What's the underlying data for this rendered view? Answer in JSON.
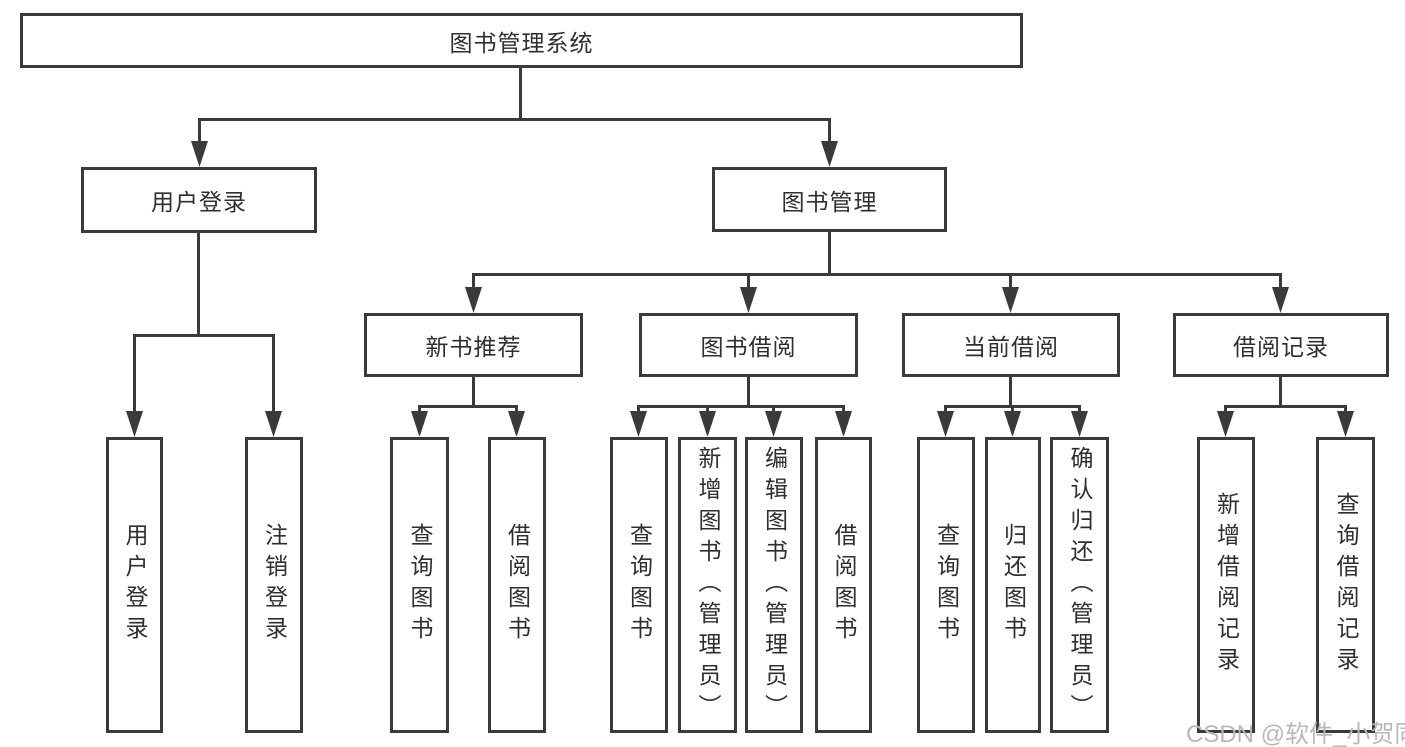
{
  "diagram": {
    "root": {
      "label": "图书管理系统"
    },
    "branches": [
      {
        "label": "用户登录",
        "children": [
          {
            "label": "用户登录"
          },
          {
            "label": "注销登录"
          }
        ]
      },
      {
        "label": "图书管理",
        "children": [
          {
            "label": "新书推荐",
            "children": [
              {
                "label": "查询图书"
              },
              {
                "label": "借阅图书"
              }
            ]
          },
          {
            "label": "图书借阅",
            "children": [
              {
                "label": "查询图书"
              },
              {
                "label": "新增图书（管理员）"
              },
              {
                "label": "编辑图书（管理员）"
              },
              {
                "label": "借阅图书"
              }
            ]
          },
          {
            "label": "当前借阅",
            "children": [
              {
                "label": "查询图书"
              },
              {
                "label": "归还图书"
              },
              {
                "label": "确认归还（管理员）"
              }
            ]
          },
          {
            "label": "借阅记录",
            "children": [
              {
                "label": "新增借阅记录"
              },
              {
                "label": "查询借阅记录"
              }
            ]
          }
        ]
      }
    ]
  },
  "watermark": {
    "text": "CSDN @软件_小贺同学",
    "color": "#b9b9b9"
  },
  "colors": {
    "line": "#3a3a3a",
    "text": "#2f2f2f",
    "background": "#ffffff",
    "box_fill": "#ffffff"
  }
}
